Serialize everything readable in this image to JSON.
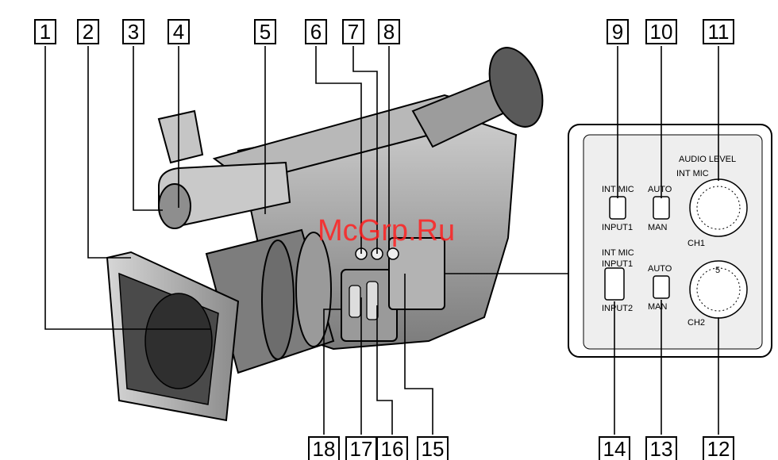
{
  "watermark": "McGrp.Ru",
  "callouts": [
    {
      "id": "c1",
      "label": "1"
    },
    {
      "id": "c2",
      "label": "2"
    },
    {
      "id": "c3",
      "label": "3"
    },
    {
      "id": "c4",
      "label": "4"
    },
    {
      "id": "c5",
      "label": "5"
    },
    {
      "id": "c6",
      "label": "6"
    },
    {
      "id": "c7",
      "label": "7"
    },
    {
      "id": "c8",
      "label": "8"
    },
    {
      "id": "c9",
      "label": "9"
    },
    {
      "id": "c10",
      "label": "10"
    },
    {
      "id": "c11",
      "label": "11"
    },
    {
      "id": "c12",
      "label": "12"
    },
    {
      "id": "c13",
      "label": "13"
    },
    {
      "id": "c14",
      "label": "14"
    },
    {
      "id": "c15",
      "label": "15"
    },
    {
      "id": "c16",
      "label": "16"
    },
    {
      "id": "c17",
      "label": "17"
    },
    {
      "id": "c18",
      "label": "18"
    }
  ],
  "panel": {
    "title": "AUDIO LEVEL",
    "int_mic_top": "INT MIC",
    "sw9_top": "INT MIC",
    "sw9_bottom": "INPUT1",
    "sw10_top": "AUTO",
    "sw10_bottom": "MAN",
    "dial11_label": "CH1",
    "sw14_top_a": "INT MIC",
    "sw14_top_b": "INPUT1",
    "sw14_bottom": "INPUT2",
    "sw13_top": "AUTO",
    "sw13_bottom": "MAN",
    "dial12_label": "CH2",
    "dial12_mark": "5"
  },
  "colors": {
    "line": "#000000",
    "watermark": "#ff2020",
    "panel_bg": "#eeeeee",
    "body_light": "#dcdcdc",
    "body_mid": "#a8a8a8",
    "body_dark": "#6e6e6e"
  }
}
